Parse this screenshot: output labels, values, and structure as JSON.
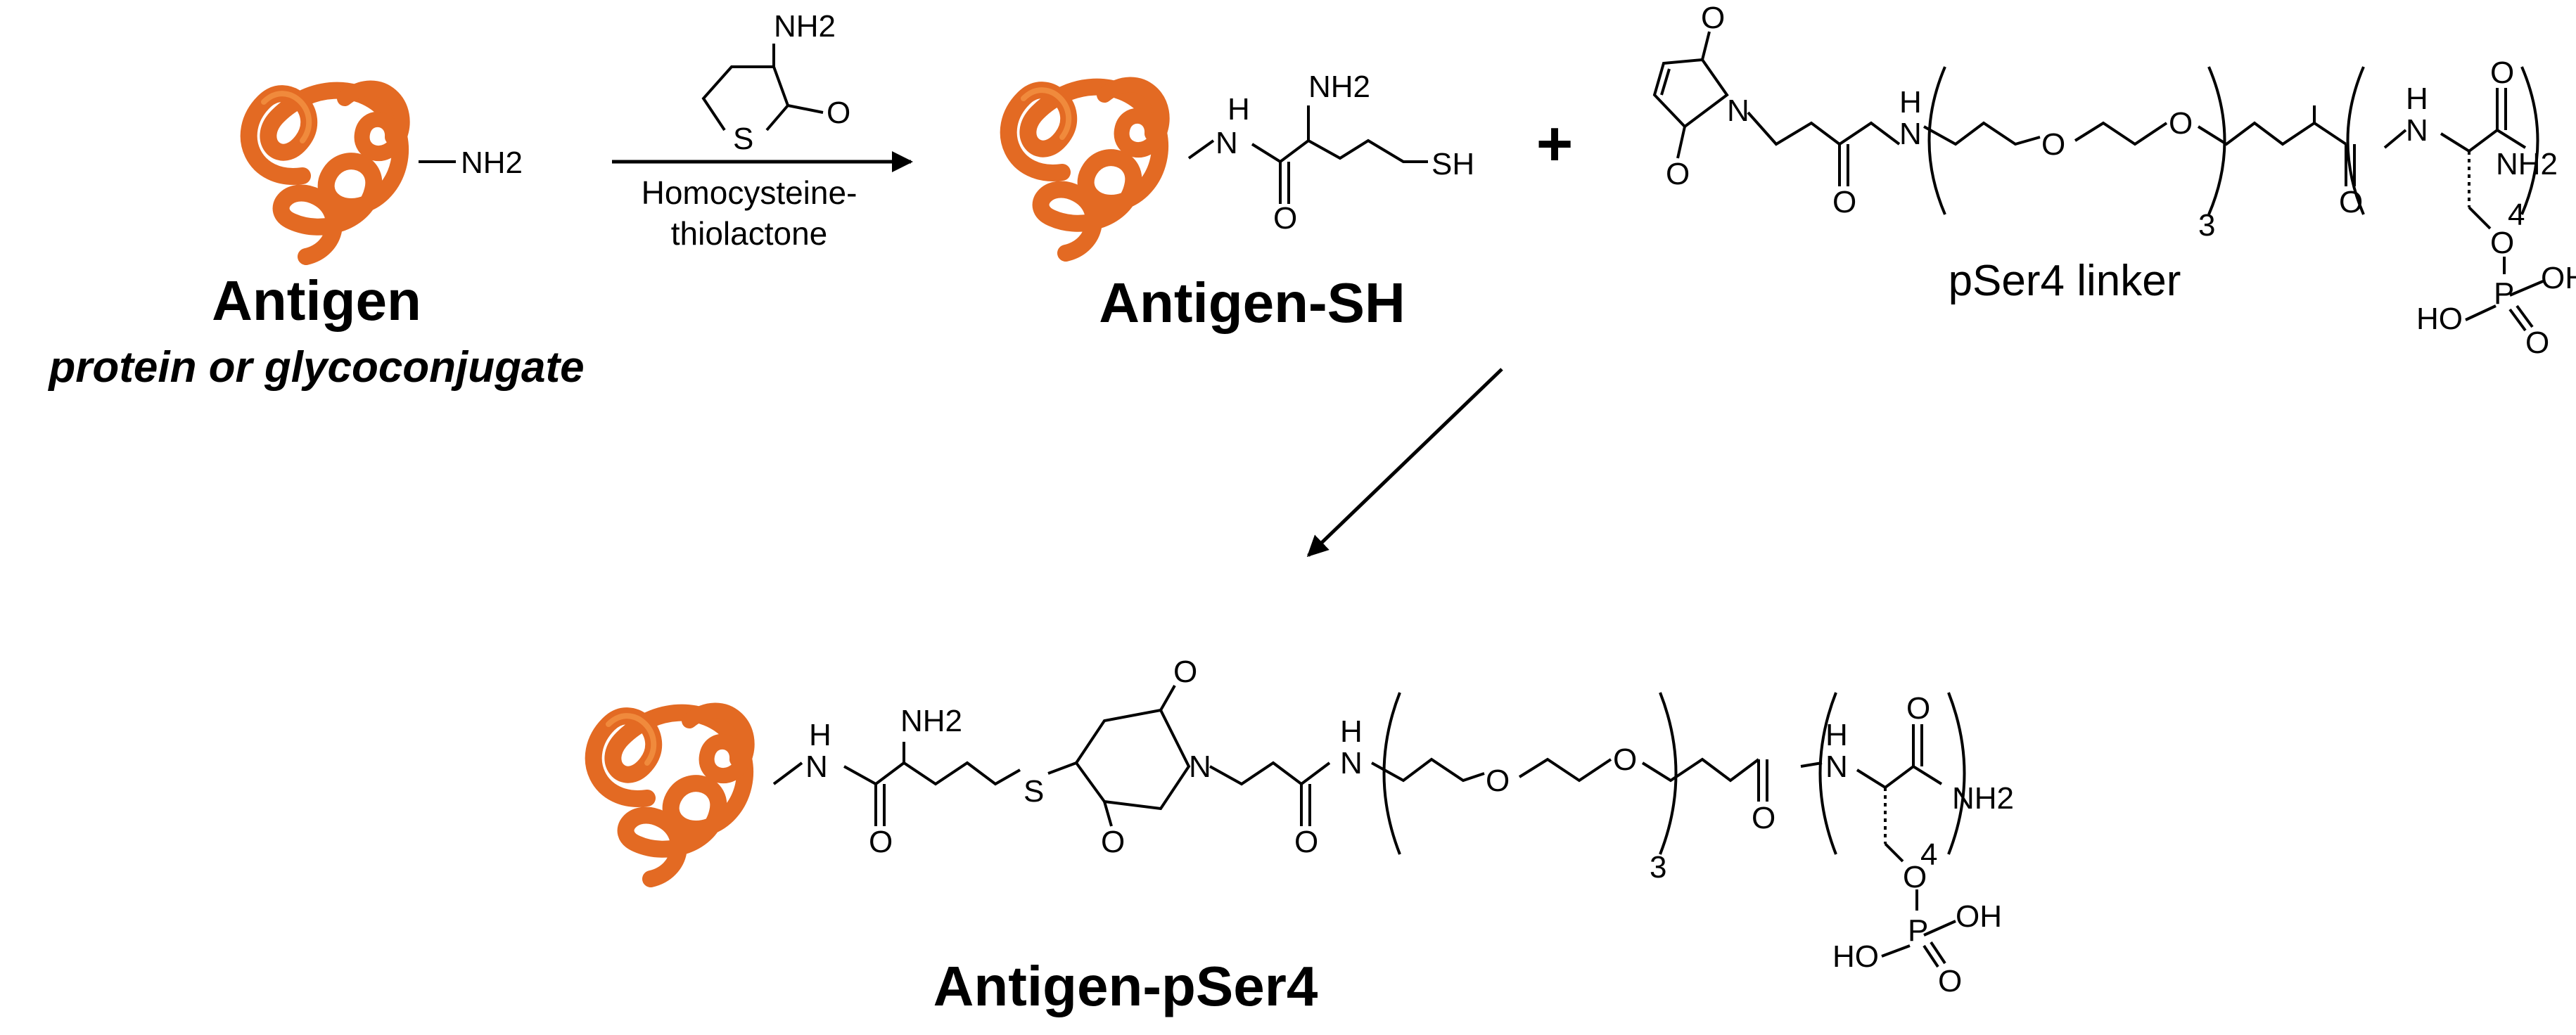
{
  "antigen": {
    "name": "Antigen",
    "subtitle": "protein or glycoconjugate",
    "group": "NH2"
  },
  "reagent": {
    "name_line1": "Homocysteine-",
    "name_line2": "thiolactone",
    "atoms": {
      "amine": "NH2",
      "sulfur": "S",
      "oxygen": "O"
    }
  },
  "antigen_sh": {
    "name": "Antigen-SH",
    "atoms": {
      "amide_h": "H",
      "amide_n": "N",
      "amine": "NH2",
      "oxygen": "O",
      "thiol": "SH"
    }
  },
  "plus": "+",
  "linker": {
    "name": "pSer4 linker",
    "atoms": {
      "o": "O",
      "n": "N",
      "h": "H",
      "nh2": "NH2",
      "oh": "OH",
      "ho": "HO",
      "p": "P"
    },
    "peg_repeat": "3",
    "ser_repeat": "4"
  },
  "product": {
    "name": "Antigen-pSer4",
    "atoms": {
      "o": "O",
      "n": "N",
      "h": "H",
      "s": "S",
      "nh2": "NH2",
      "oh": "OH",
      "ho": "HO",
      "p": "P"
    },
    "peg_repeat": "3",
    "ser_repeat": "4"
  },
  "colors": {
    "antigen": "#e36a23",
    "antigen_highlight": "#f08a3c",
    "ink": "#000000"
  },
  "icons": [
    "antigen-protein-icon",
    "reaction-arrow-icon"
  ]
}
